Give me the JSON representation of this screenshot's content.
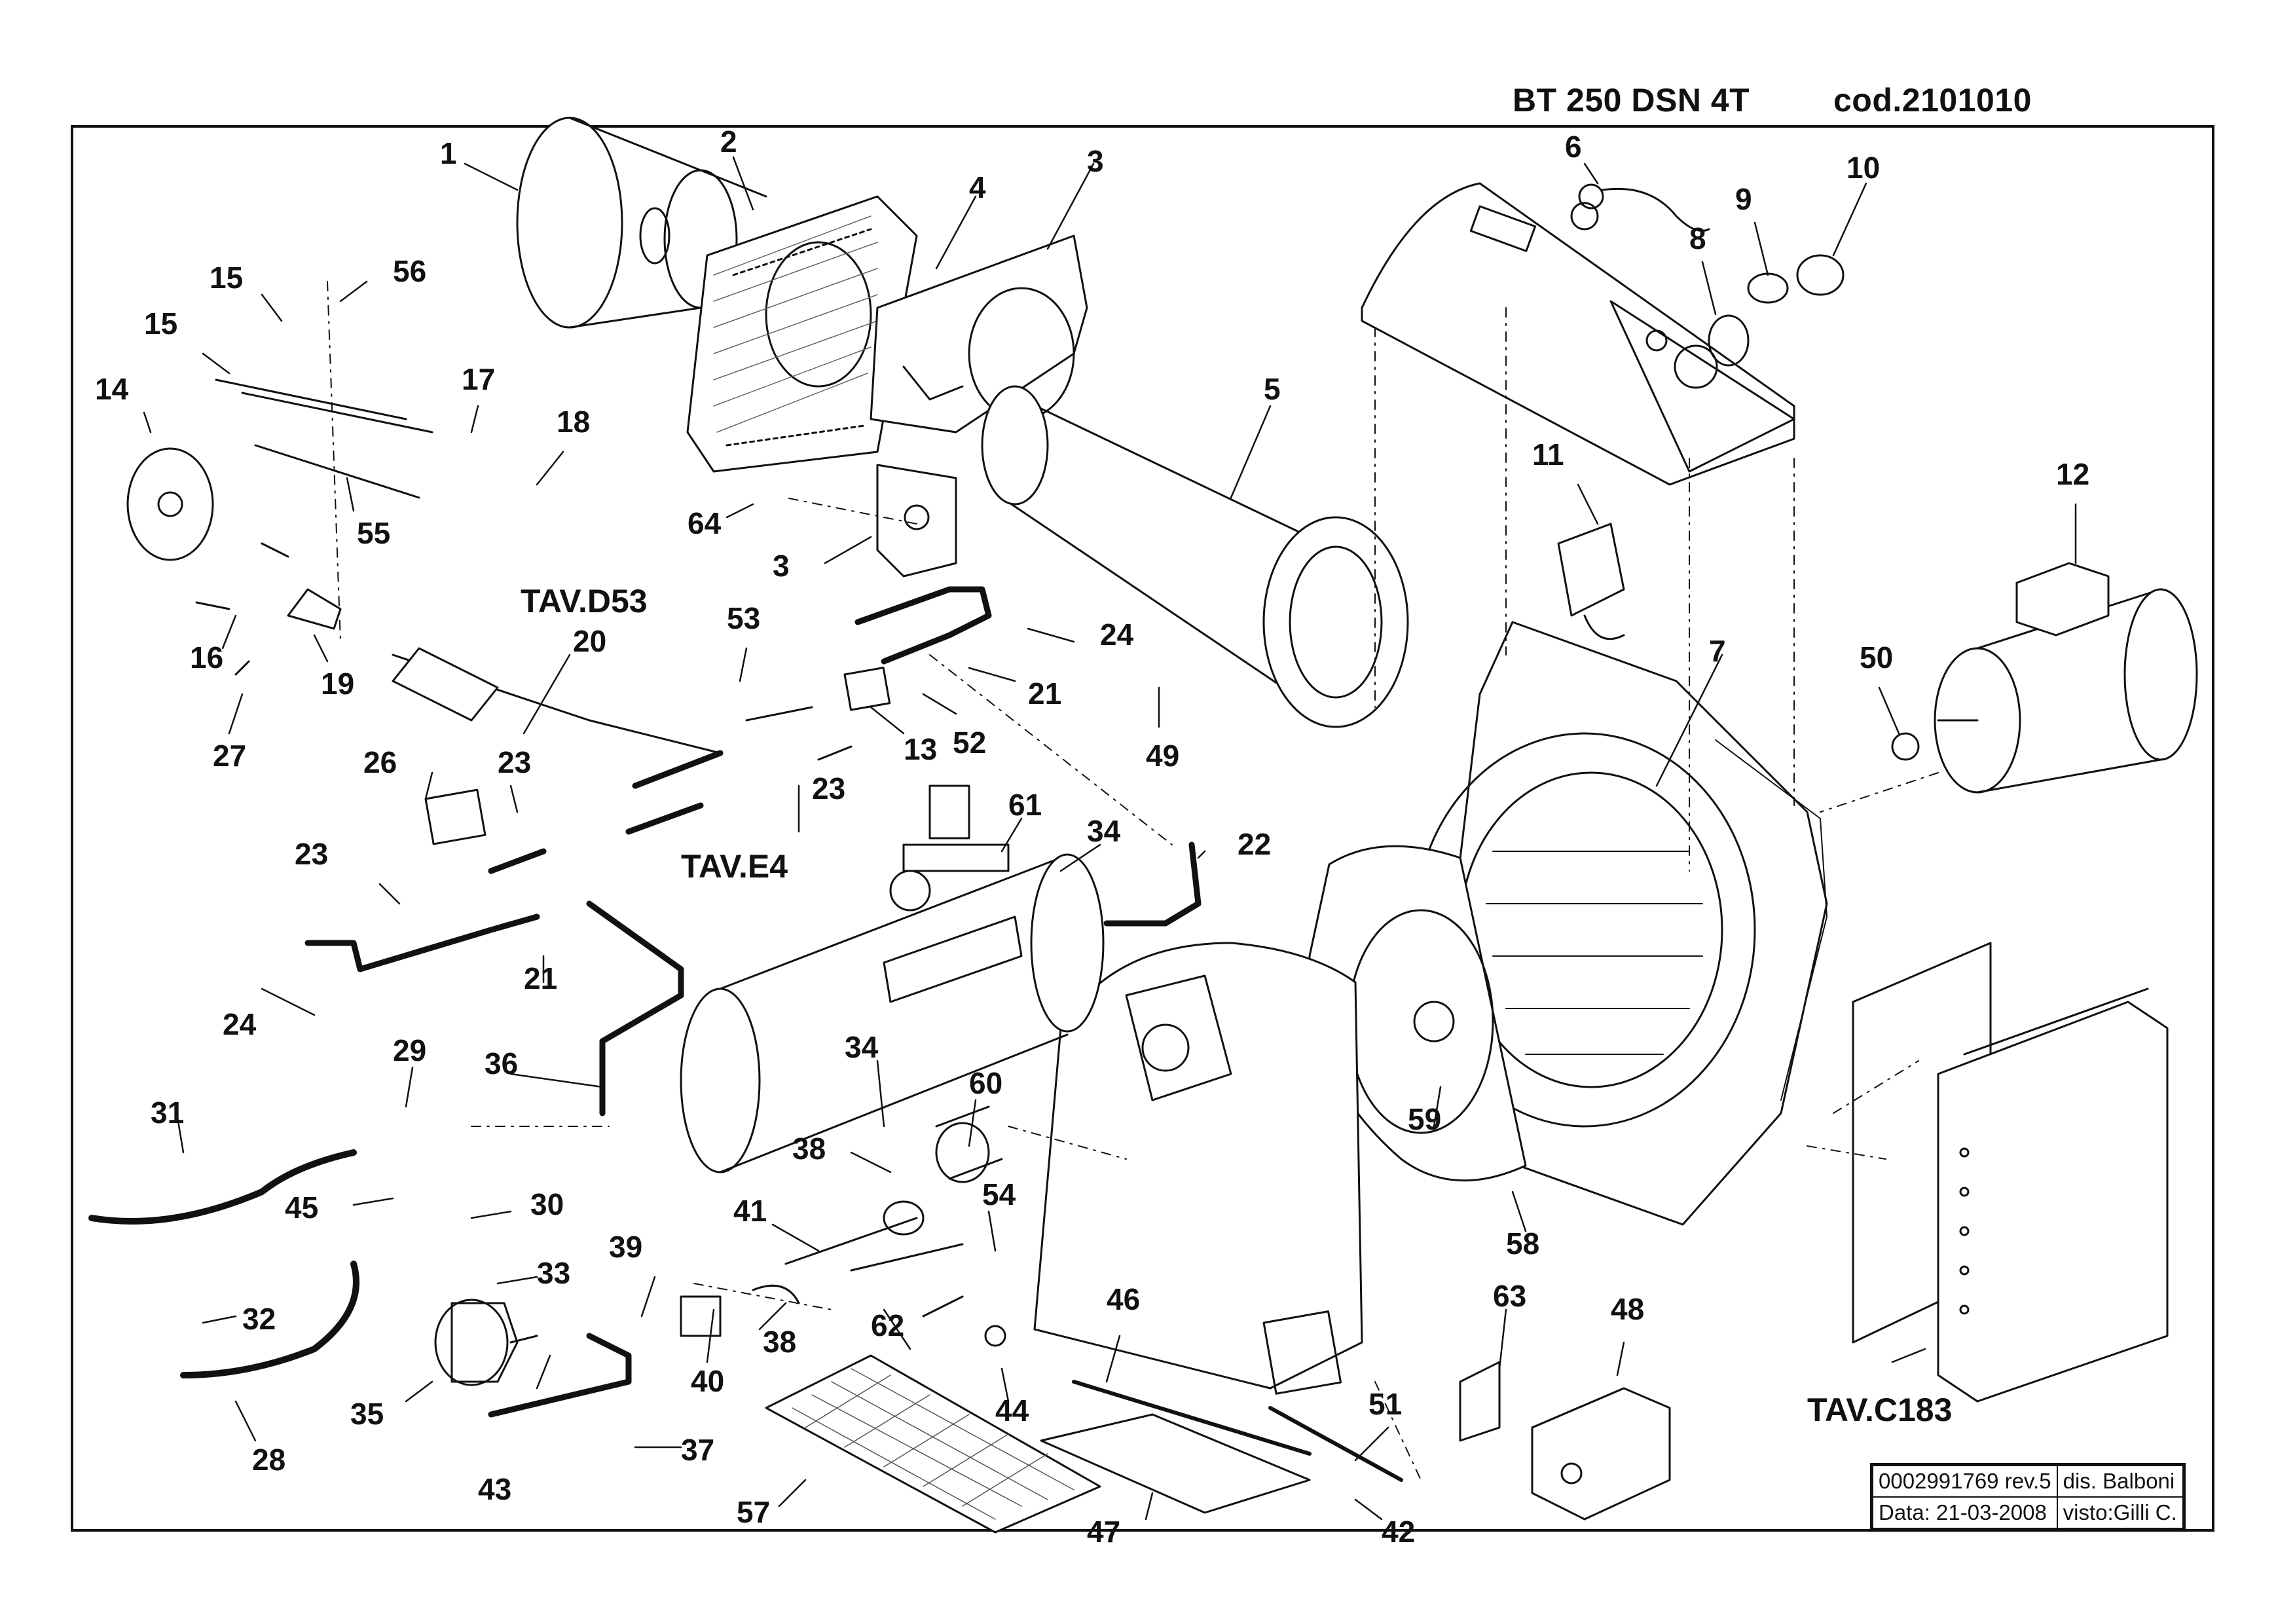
{
  "header": {
    "model": "BT 250 DSN 4T",
    "code": "cod.2101010"
  },
  "references": [
    {
      "id": "tav_d53",
      "label": "TAV.D53"
    },
    {
      "id": "tav_e4",
      "label": "TAV.E4"
    },
    {
      "id": "tav_c183",
      "label": "TAV.C183"
    }
  ],
  "callouts": [
    {
      "n": "1"
    },
    {
      "n": "2"
    },
    {
      "n": "3"
    },
    {
      "n": "4"
    },
    {
      "n": "3"
    },
    {
      "n": "6"
    },
    {
      "n": "9"
    },
    {
      "n": "10"
    },
    {
      "n": "8"
    },
    {
      "n": "5"
    },
    {
      "n": "11"
    },
    {
      "n": "12"
    },
    {
      "n": "7"
    },
    {
      "n": "50"
    },
    {
      "n": "15"
    },
    {
      "n": "15"
    },
    {
      "n": "56"
    },
    {
      "n": "14"
    },
    {
      "n": "17"
    },
    {
      "n": "18"
    },
    {
      "n": "64"
    },
    {
      "n": "55"
    },
    {
      "n": "16"
    },
    {
      "n": "19"
    },
    {
      "n": "27"
    },
    {
      "n": "20"
    },
    {
      "n": "53"
    },
    {
      "n": "24"
    },
    {
      "n": "21"
    },
    {
      "n": "13"
    },
    {
      "n": "52"
    },
    {
      "n": "49"
    },
    {
      "n": "26"
    },
    {
      "n": "23"
    },
    {
      "n": "23"
    },
    {
      "n": "23"
    },
    {
      "n": "61"
    },
    {
      "n": "34"
    },
    {
      "n": "22"
    },
    {
      "n": "21"
    },
    {
      "n": "24"
    },
    {
      "n": "29"
    },
    {
      "n": "36"
    },
    {
      "n": "31"
    },
    {
      "n": "45"
    },
    {
      "n": "34"
    },
    {
      "n": "60"
    },
    {
      "n": "38"
    },
    {
      "n": "59"
    },
    {
      "n": "30"
    },
    {
      "n": "41"
    },
    {
      "n": "54"
    },
    {
      "n": "58"
    },
    {
      "n": "33"
    },
    {
      "n": "39"
    },
    {
      "n": "32"
    },
    {
      "n": "62"
    },
    {
      "n": "38"
    },
    {
      "n": "40"
    },
    {
      "n": "46"
    },
    {
      "n": "63"
    },
    {
      "n": "48"
    },
    {
      "n": "35"
    },
    {
      "n": "44"
    },
    {
      "n": "28"
    },
    {
      "n": "43"
    },
    {
      "n": "37"
    },
    {
      "n": "51"
    },
    {
      "n": "57"
    },
    {
      "n": "47"
    },
    {
      "n": "42"
    }
  ],
  "title_block": {
    "document_number": "0002991769 rev.5",
    "drawn_by": "dis. Balboni",
    "date": "Data: 21-03-2008",
    "checked_by": "visto:Gilli C."
  }
}
